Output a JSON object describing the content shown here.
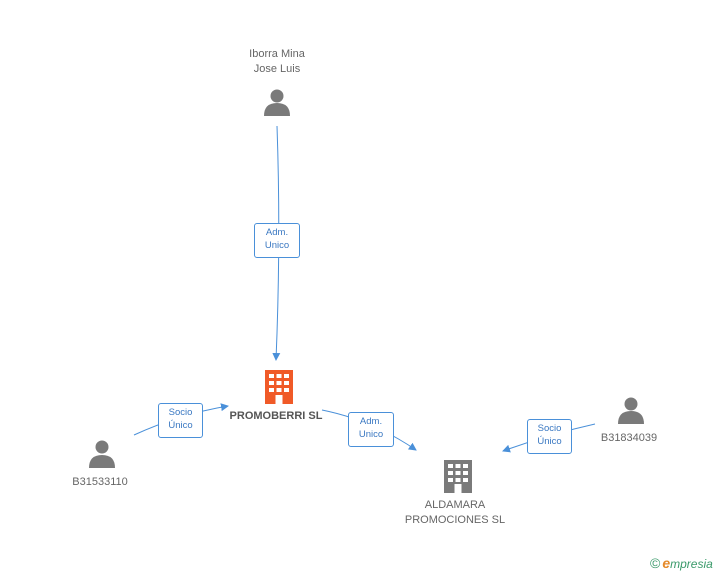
{
  "nodes": {
    "iborra": {
      "line1": "Iborra Mina",
      "line2": "Jose Luis"
    },
    "promoberri": {
      "label": "PROMOBERRI SL"
    },
    "b31533110": {
      "label": "B31533110"
    },
    "aldamara": {
      "line1": "ALDAMARA",
      "line2": "PROMOCIONES SL"
    },
    "b31834039": {
      "label": "B31834039"
    }
  },
  "edges": {
    "adm_top": {
      "line1": "Adm.",
      "line2": "Unico"
    },
    "socio_left": {
      "line1": "Socio",
      "line2": "Único"
    },
    "adm_mid": {
      "line1": "Adm.",
      "line2": "Unico"
    },
    "socio_right": {
      "line1": "Socio",
      "line2": "Único"
    }
  },
  "colors": {
    "edge": "#4a90d9",
    "person": "#7a7a7a",
    "company_main": "#f05a28",
    "company": "#7a7a7a"
  },
  "brand": {
    "copyright": "©",
    "e": "e",
    "rest": "mpresia"
  }
}
